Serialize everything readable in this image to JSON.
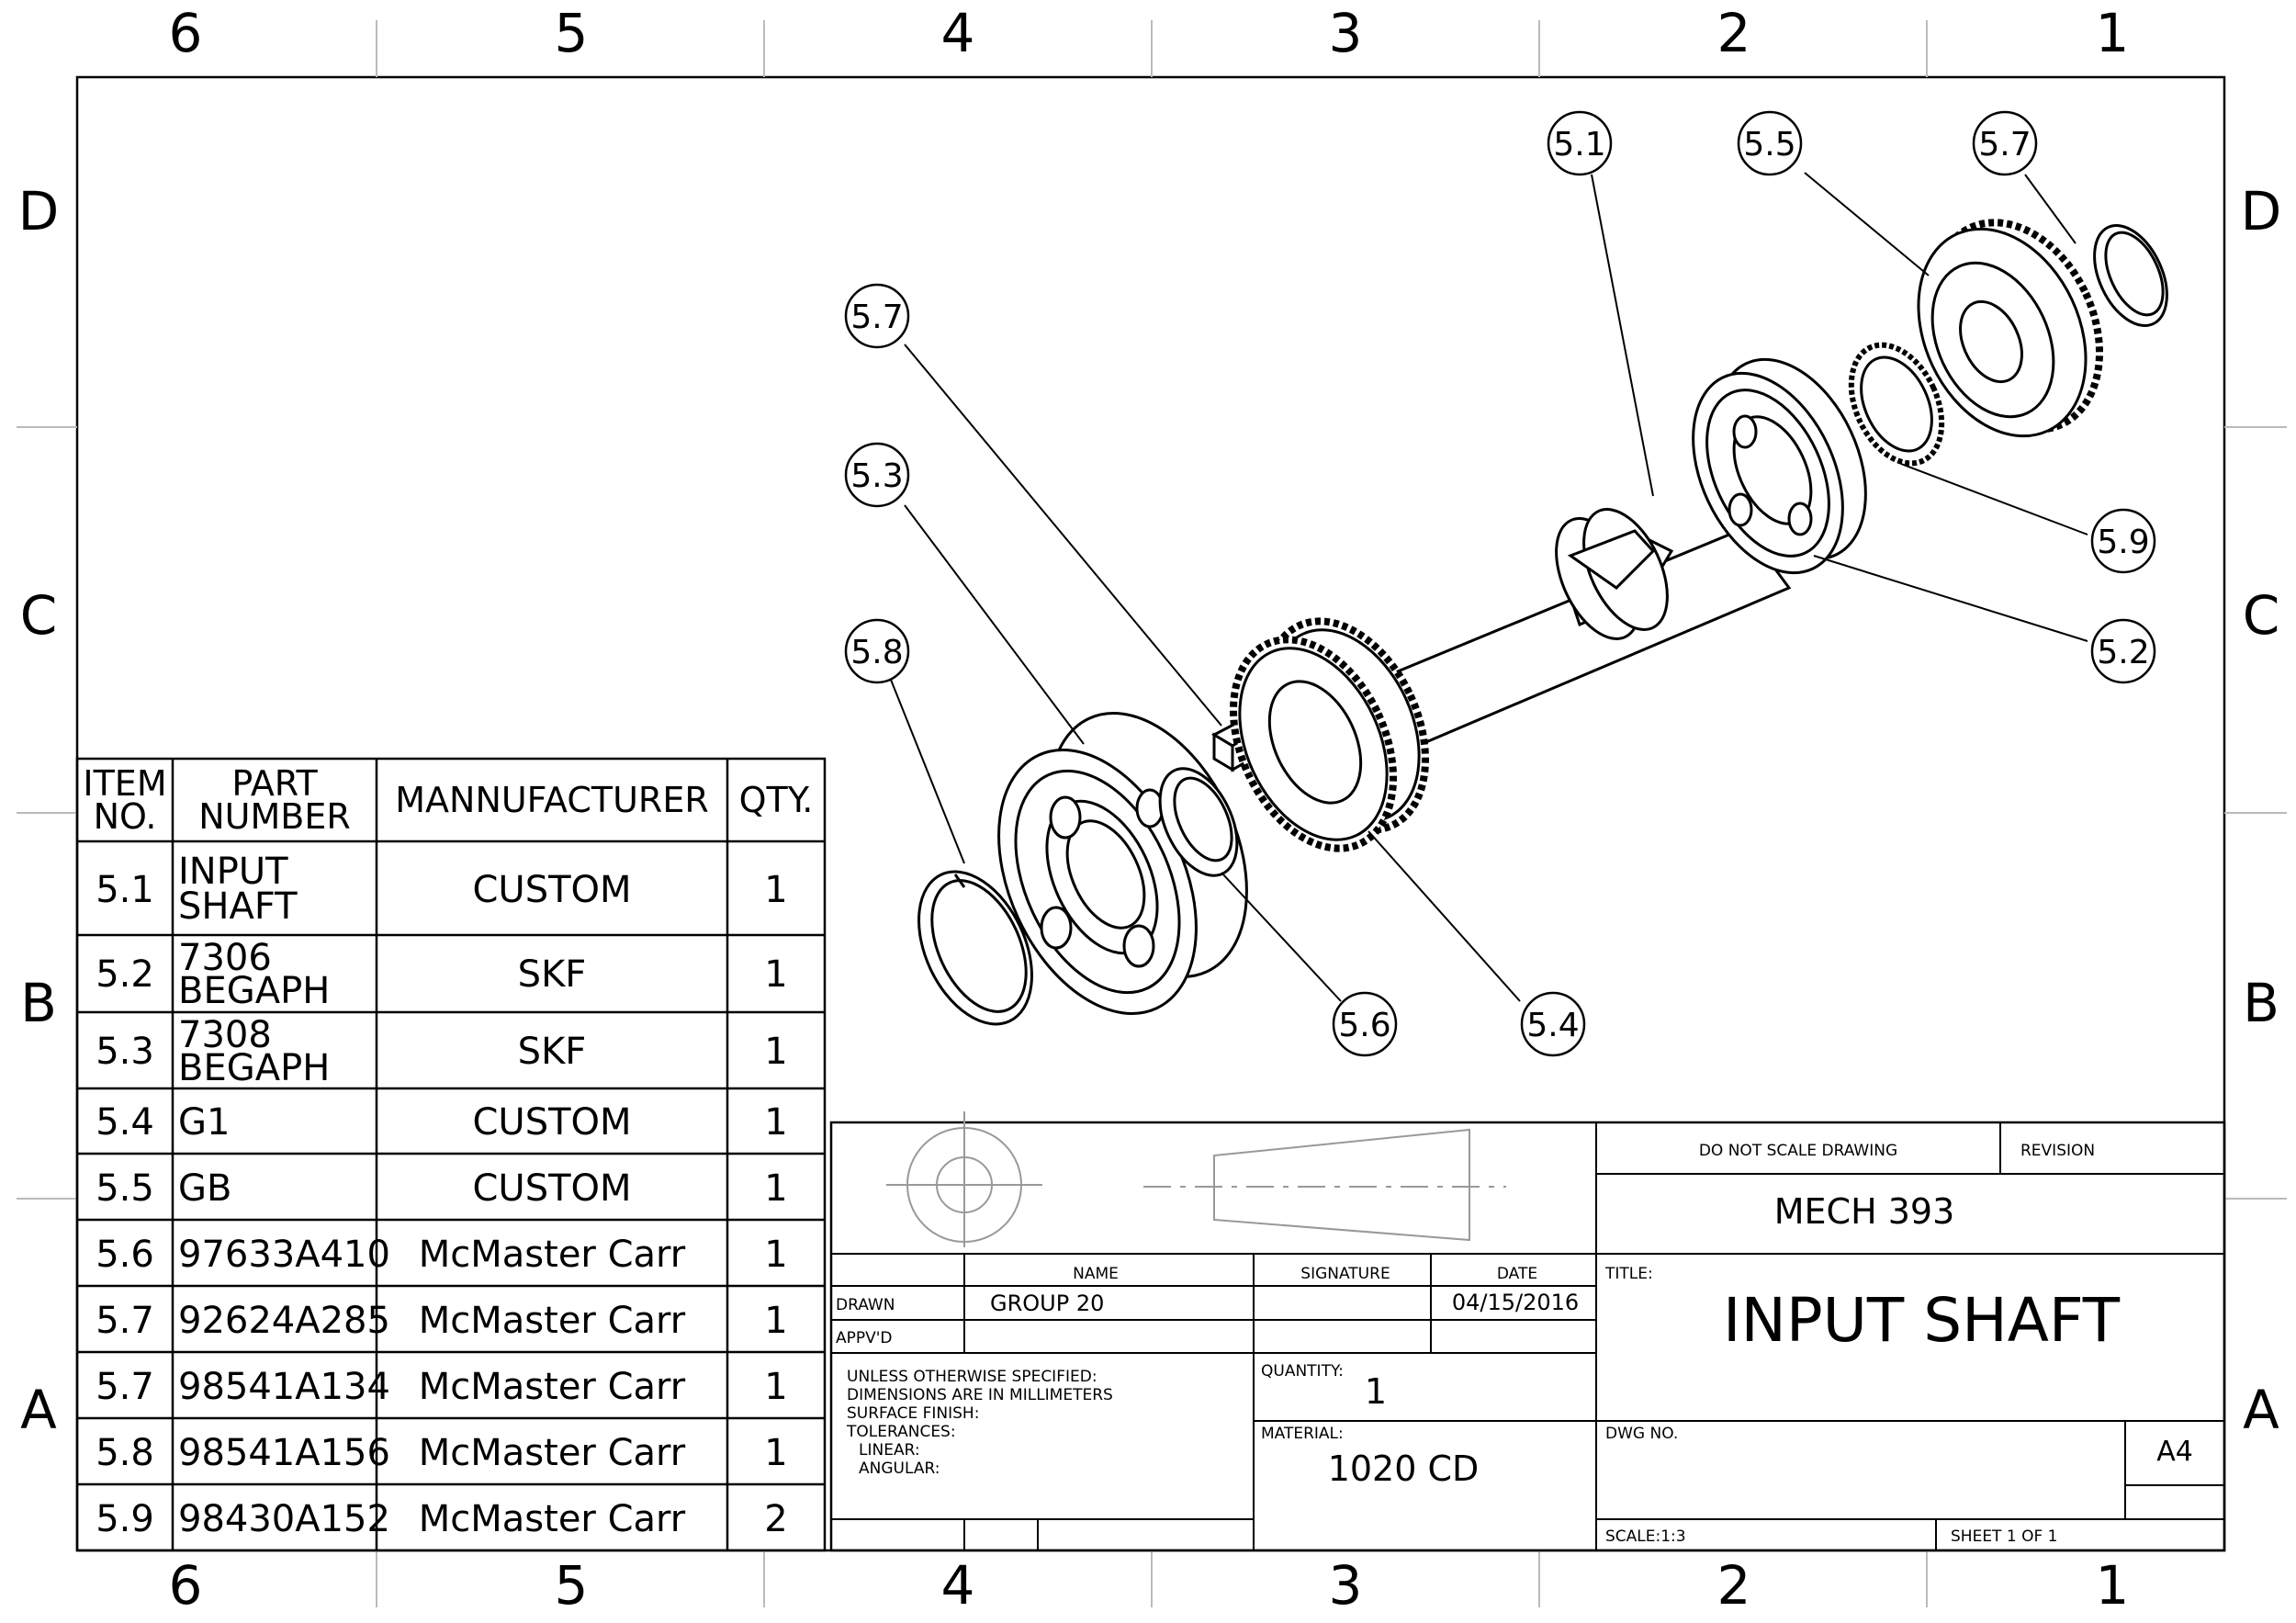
{
  "zones": {
    "columns": [
      "6",
      "5",
      "4",
      "3",
      "2",
      "1"
    ],
    "rows": [
      "D",
      "C",
      "B",
      "A"
    ]
  },
  "bom": {
    "headers": {
      "item_line1": "ITEM",
      "item_line2": "NO.",
      "part_line1": "PART",
      "part_line2": "NUMBER",
      "manufacturer": "MANNUFACTURER",
      "qty": "QTY."
    },
    "rows": [
      {
        "item": "5.1",
        "part1": "INPUT",
        "part2": "SHAFT",
        "mfr": "CUSTOM",
        "qty": "1"
      },
      {
        "item": "5.2",
        "part1": "7306",
        "part2": "BEGAPH",
        "mfr": "SKF",
        "qty": "1"
      },
      {
        "item": "5.3",
        "part1": "7308",
        "part2": "BEGAPH",
        "mfr": "SKF",
        "qty": "1"
      },
      {
        "item": "5.4",
        "part1": "G1",
        "part2": "",
        "mfr": "CUSTOM",
        "qty": "1"
      },
      {
        "item": "5.5",
        "part1": "GB",
        "part2": "",
        "mfr": "CUSTOM",
        "qty": "1"
      },
      {
        "item": "5.6",
        "part1": "97633A410",
        "part2": "",
        "mfr": "McMaster Carr",
        "qty": "1"
      },
      {
        "item": "5.7",
        "part1": "92624A285",
        "part2": "",
        "mfr": "McMaster Carr",
        "qty": "1"
      },
      {
        "item": "5.7",
        "part1": "98541A134",
        "part2": "",
        "mfr": "McMaster Carr",
        "qty": "1"
      },
      {
        "item": "5.8",
        "part1": "98541A156",
        "part2": "",
        "mfr": "McMaster Carr",
        "qty": "1"
      },
      {
        "item": "5.9",
        "part1": "98430A152",
        "part2": "",
        "mfr": "McMaster Carr",
        "qty": "2"
      }
    ]
  },
  "balloons": [
    "5.1",
    "5.5",
    "5.7",
    "5.7",
    "5.3",
    "5.8",
    "5.9",
    "5.2",
    "5.6",
    "5.4"
  ],
  "title_block": {
    "do_not_scale": "DO NOT SCALE DRAWING",
    "revision_label": "REVISION",
    "course": "MECH 393",
    "name_header": "NAME",
    "signature_header": "SIGNATURE",
    "date_header": "DATE",
    "drawn_label": "DRAWN",
    "drawn_name": "GROUP 20",
    "drawn_date": "04/15/2016",
    "appvd_label": "APPV'D",
    "title_label": "TITLE:",
    "title": "INPUT SHAFT",
    "notes": [
      "UNLESS OTHERWISE SPECIFIED:",
      "DIMENSIONS ARE IN MILLIMETERS",
      "SURFACE FINISH:",
      "TOLERANCES:",
      "LINEAR:",
      "ANGULAR:"
    ],
    "quantity_label": "QUANTITY:",
    "quantity": "1",
    "material_label": "MATERIAL:",
    "material": "1020 CD",
    "dwg_no_label": "DWG NO.",
    "size": "A4",
    "scale": "SCALE:1:3",
    "sheet": "SHEET 1 OF 1"
  }
}
